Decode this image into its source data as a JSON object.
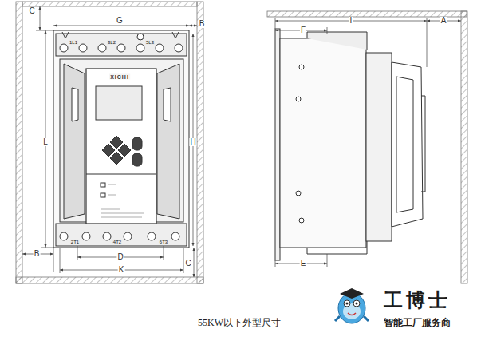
{
  "diagram": {
    "caption": "55KW以下外型尺寸",
    "labels": [
      "C",
      "G",
      "B",
      "1L1",
      "3L2",
      "5L3",
      "XICHI",
      "L",
      "H",
      "B",
      "2T1",
      "4T2",
      "6T3",
      "D",
      "K",
      "C",
      "I",
      "A",
      "F",
      "E",
      "工博士",
      "智能工厂服务商"
    ]
  }
}
